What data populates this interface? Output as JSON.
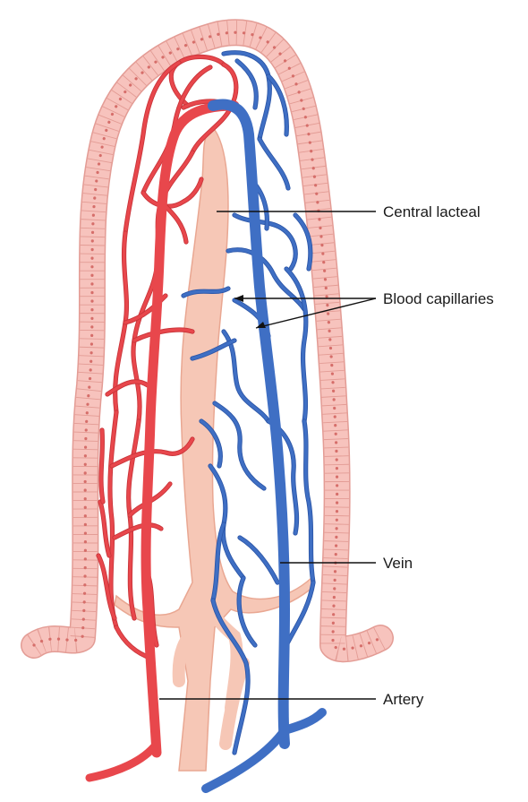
{
  "labels": {
    "central_lacteal": "Central lacteal",
    "blood_capillaries": "Blood capillaries",
    "vein": "Vein",
    "artery": "Artery"
  },
  "colors": {
    "artery": "#e8474c",
    "artery_dark": "#c9353a",
    "vein": "#3f6fc4",
    "vein_dark": "#2d57a8",
    "lacteal_fill": "#f6c7b6",
    "lacteal_edge": "#e9a792",
    "epithelium_fill": "#f7c3bd",
    "epithelium_edge": "#e39c95",
    "nucleus": "#d66e6a",
    "leader": "#111111"
  }
}
